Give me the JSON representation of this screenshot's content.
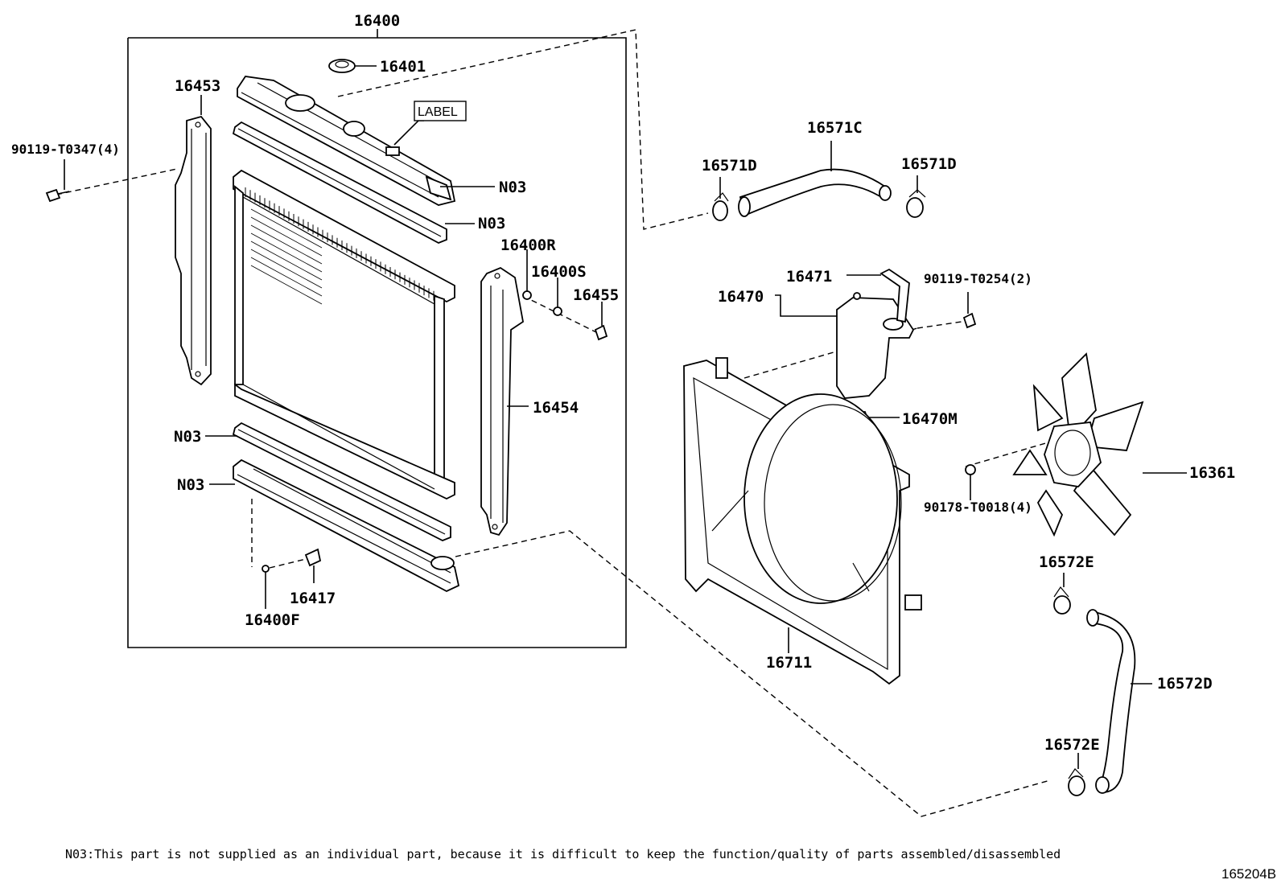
{
  "labels": {
    "p16400": "16400",
    "p16401": "16401",
    "p16453": "16453",
    "bolt_left": "90119-T0347(4)",
    "label_tag": "LABEL",
    "n03_a": "N03",
    "n03_b": "N03",
    "n03_c": "N03",
    "n03_d": "N03",
    "p16400R": "16400R",
    "p16400S": "16400S",
    "p16455": "16455",
    "p16454": "16454",
    "p16417": "16417",
    "p16400F": "16400F",
    "p16571C": "16571C",
    "p16571D_left": "16571D",
    "p16571D_right": "16571D",
    "p16470": "16470",
    "p16471": "16471",
    "bolt_tank": "90119-T0254(2)",
    "p16470M": "16470M",
    "p16361": "16361",
    "nut_fan": "90178-T0018(4)",
    "p16711": "16711",
    "p16572E_top": "16572E",
    "p16572E_bottom": "16572E",
    "p16572D": "16572D"
  },
  "footnote": "N03:This part is not supplied as an individual part, because it is difficult to keep the function/quality of parts assembled/disassembled",
  "figure_number": "165204B"
}
